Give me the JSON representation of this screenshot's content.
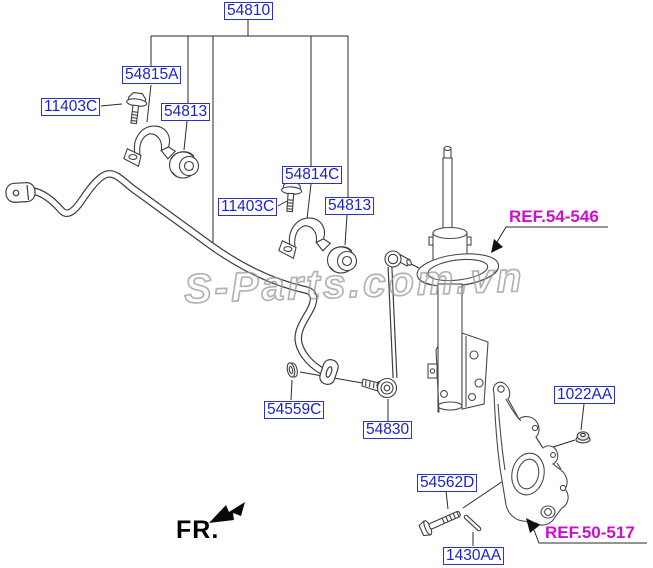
{
  "diagram": {
    "watermark": "S-Parts.com.vn",
    "direction_label": "FR.",
    "part_labels": {
      "p54810": "54810",
      "p54815A": "54815A",
      "p11403C_left": "11403C",
      "p54813_left": "54813",
      "p54814C": "54814C",
      "p11403C_right": "11403C",
      "p54813_right": "54813",
      "p54559C": "54559C",
      "p54830": "54830",
      "p1022AA": "1022AA",
      "p54562D": "54562D",
      "p1430AA": "1430AA"
    },
    "reference_labels": {
      "strut": "REF.54-546",
      "knuckle": "REF.50-517"
    },
    "colors": {
      "part_label_text": "#1d23c9",
      "part_label_border": "#2b31c9",
      "reference_label_text": "#cb10cb",
      "line_art": "#3f3f3f",
      "background": "#ffffff",
      "watermark_outline": "#969696"
    }
  }
}
